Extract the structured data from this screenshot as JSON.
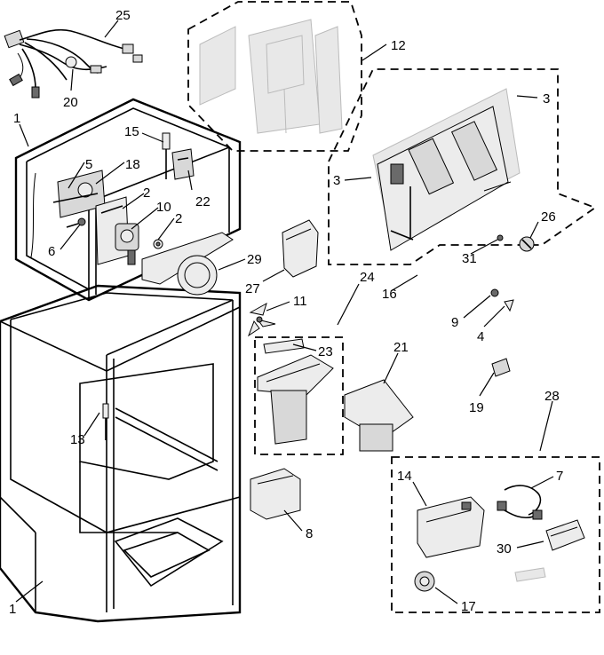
{
  "callouts": [
    {
      "id": "25",
      "label": "25"
    },
    {
      "id": "20",
      "label": "20"
    },
    {
      "id": "12",
      "label": "12"
    },
    {
      "id": "1a",
      "label": "1"
    },
    {
      "id": "15",
      "label": "15"
    },
    {
      "id": "5",
      "label": "5"
    },
    {
      "id": "18",
      "label": "18"
    },
    {
      "id": "3a",
      "label": "3"
    },
    {
      "id": "3b",
      "label": "3"
    },
    {
      "id": "2a",
      "label": "2"
    },
    {
      "id": "10",
      "label": "10"
    },
    {
      "id": "2b",
      "label": "2"
    },
    {
      "id": "22",
      "label": "22"
    },
    {
      "id": "6",
      "label": "6"
    },
    {
      "id": "26",
      "label": "26"
    },
    {
      "id": "31",
      "label": "31"
    },
    {
      "id": "29",
      "label": "29"
    },
    {
      "id": "27",
      "label": "27"
    },
    {
      "id": "24",
      "label": "24"
    },
    {
      "id": "16",
      "label": "16"
    },
    {
      "id": "11",
      "label": "11"
    },
    {
      "id": "9",
      "label": "9"
    },
    {
      "id": "4",
      "label": "4"
    },
    {
      "id": "23",
      "label": "23"
    },
    {
      "id": "21",
      "label": "21"
    },
    {
      "id": "19",
      "label": "19"
    },
    {
      "id": "28",
      "label": "28"
    },
    {
      "id": "13",
      "label": "13"
    },
    {
      "id": "14",
      "label": "14"
    },
    {
      "id": "7",
      "label": "7"
    },
    {
      "id": "8",
      "label": "8"
    },
    {
      "id": "30",
      "label": "30"
    },
    {
      "id": "17",
      "label": "17"
    },
    {
      "id": "1b",
      "label": "1"
    }
  ]
}
